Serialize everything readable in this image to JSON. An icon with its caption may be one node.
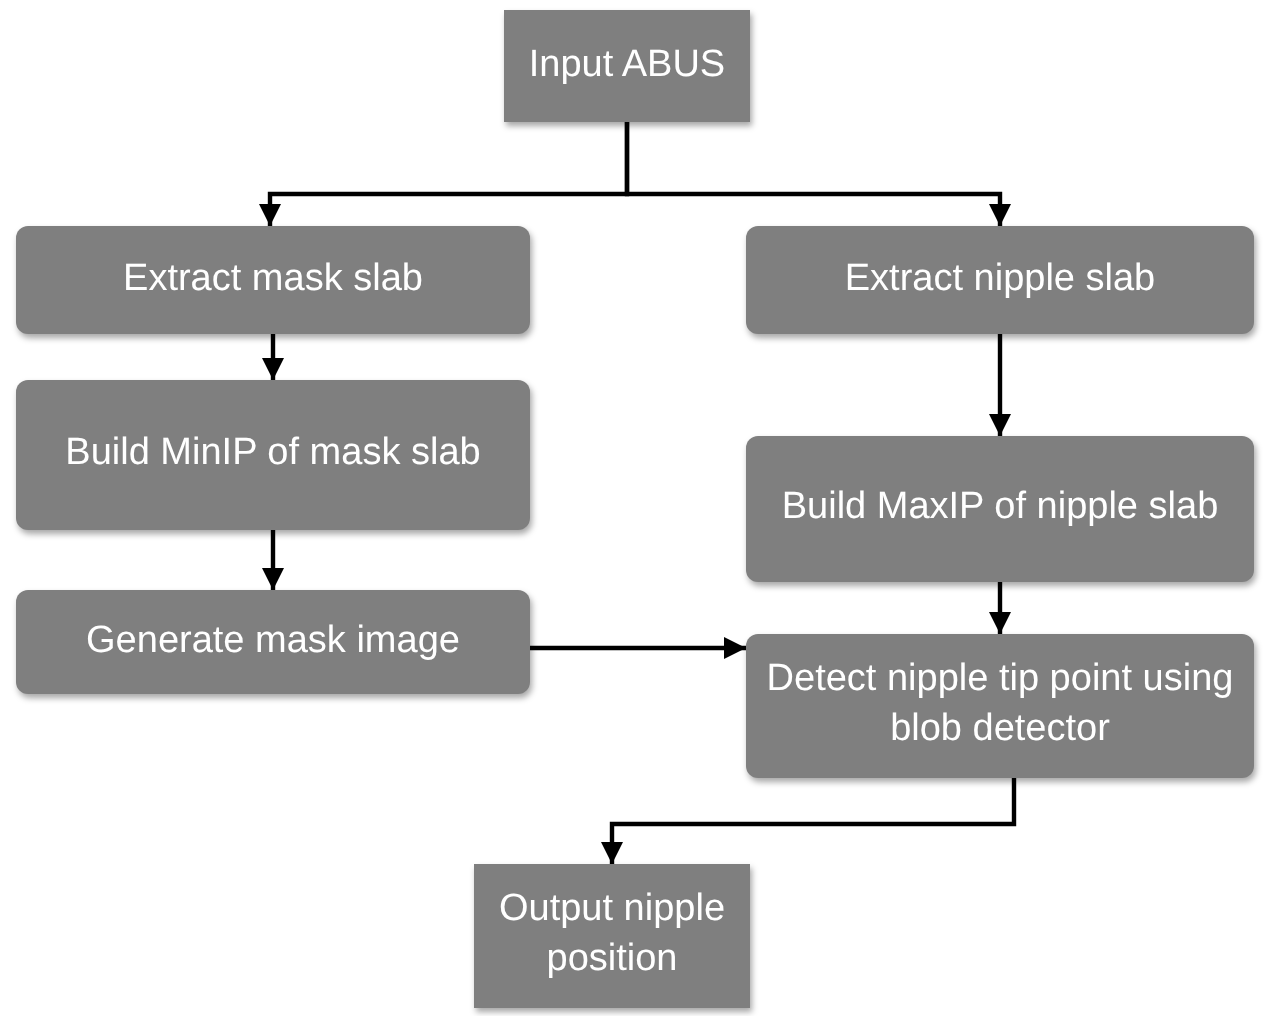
{
  "diagram": {
    "nodes": [
      {
        "text": [
          "Input ABUS"
        ]
      },
      {
        "text": [
          "Extract mask slab"
        ]
      },
      {
        "text": [
          "Extract nipple slab"
        ]
      },
      {
        "text": [
          "Build MinIP of mask slab"
        ]
      },
      {
        "text": [
          "Build MaxIP of nipple slab"
        ]
      },
      {
        "text": [
          "Generate mask image"
        ]
      },
      {
        "text": [
          "Detect nipple tip point using blob detector"
        ]
      },
      {
        "text": [
          "Output nipple position"
        ]
      }
    ],
    "edges": [
      {
        "from": 0,
        "to": 1,
        "arrow": "to"
      },
      {
        "from": 0,
        "to": 2,
        "arrow": "to"
      },
      {
        "from": 1,
        "to": 3,
        "arrow": "to"
      },
      {
        "from": 2,
        "to": 4,
        "arrow": "to"
      },
      {
        "from": 3,
        "to": 5,
        "arrow": "to"
      },
      {
        "from": 4,
        "to": 6,
        "arrow": "to"
      },
      {
        "from": 5,
        "to": 6,
        "arrow": "to"
      },
      {
        "from": 6,
        "to": 7,
        "arrow": "to"
      }
    ]
  }
}
